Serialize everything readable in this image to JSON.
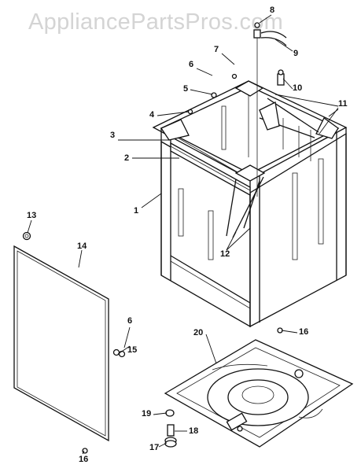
{
  "watermark": "AppliancePartsPros.com",
  "callouts": {
    "c1": "1",
    "c2": "2",
    "c3": "3",
    "c4": "4",
    "c5": "5",
    "c6a": "6",
    "c6b": "6",
    "c7": "7",
    "c8": "8",
    "c9": "9",
    "c10": "10",
    "c11": "11",
    "c12": "12",
    "c13": "13",
    "c14": "14",
    "c15": "15",
    "c16a": "16",
    "c16b": "16",
    "c17": "17",
    "c18": "18",
    "c19": "19",
    "c20": "20"
  }
}
